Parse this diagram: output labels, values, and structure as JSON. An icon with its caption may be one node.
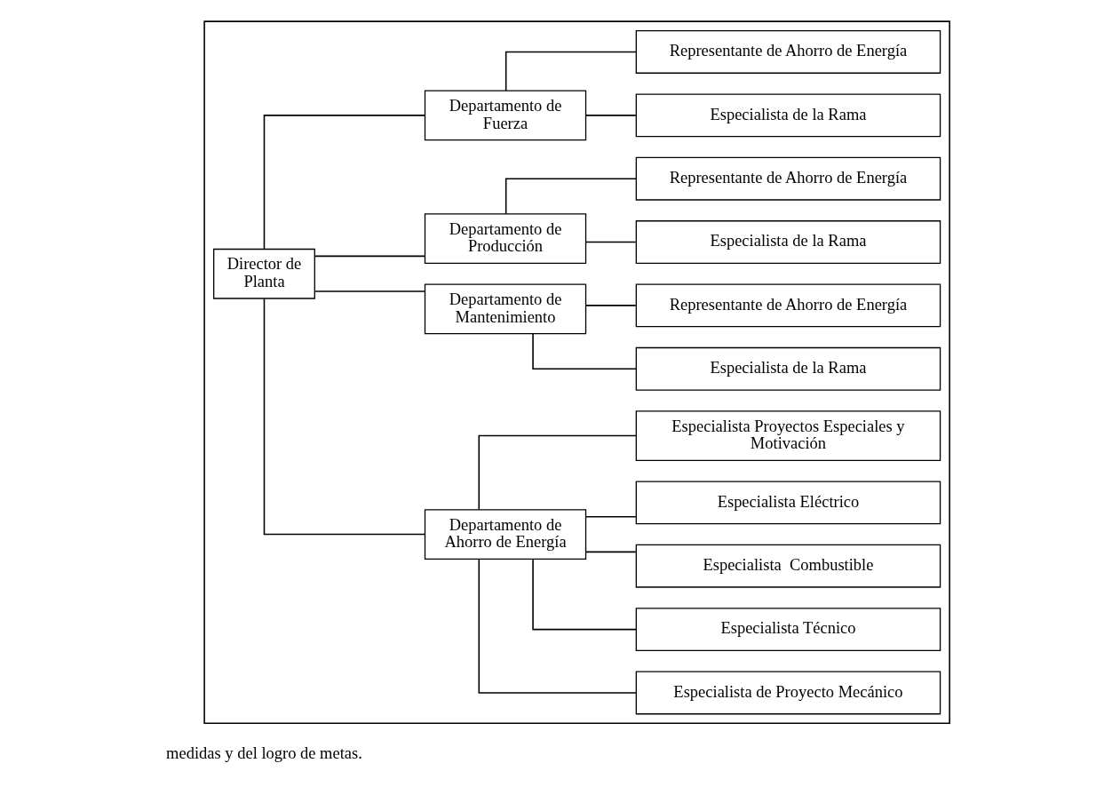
{
  "diagram": {
    "nodes": [
      {
        "text": [],
        "shape": "box"
      },
      {
        "text": [
          "Director de Planta"
        ],
        "in": 0
      },
      {
        "text": [
          "Departamento de Ahorro de Energía"
        ],
        "in": 0
      },
      {
        "text": [
          "Especialista de Proyecto Mecánico"
        ],
        "in": 0
      },
      {
        "text": [
          "Especialista Técnico"
        ],
        "in": 0
      },
      {
        "text": [
          "Especialista  Combustible"
        ],
        "in": 0
      },
      {
        "text": [
          "Especialista Eléctrico"
        ],
        "in": 0
      },
      {
        "text": [
          "Especialista Proyectos Especiales y Motivación"
        ],
        "in": 0
      },
      {
        "text": [
          "Departamento de Mantenimiento"
        ],
        "in": 0
      },
      {
        "text": [
          "Especialista de la Rama"
        ],
        "in": 0
      },
      {
        "text": [
          "Representante de Ahorro de Energía"
        ],
        "in": 0
      },
      {
        "text": [
          "Departamento de Producción"
        ],
        "in": 0
      },
      {
        "text": [
          "Especialista de la Rama"
        ],
        "in": 0
      },
      {
        "text": [
          "Representante de Ahorro de Energía"
        ],
        "in": 0
      },
      {
        "text": [
          "Departamento de Fuerza"
        ],
        "in": 0
      },
      {
        "text": [
          "Especialista de la Rama"
        ],
        "in": 0
      },
      {
        "text": [
          "Representante de Ahorro de Energía"
        ],
        "in": 0
      }
    ],
    "edges": [
      {
        "from": 1,
        "to": 2,
        "arrow": "none"
      },
      {
        "from": 1,
        "to": 8,
        "arrow": "none"
      },
      {
        "from": 1,
        "to": 11,
        "arrow": "none"
      },
      {
        "from": 1,
        "to": 14,
        "arrow": "none"
      },
      {
        "from": 2,
        "to": 3,
        "arrow": "none"
      },
      {
        "from": 2,
        "to": 4,
        "arrow": "none"
      },
      {
        "from": 2,
        "to": 5,
        "arrow": "none"
      },
      {
        "from": 2,
        "to": 6,
        "arrow": "none"
      },
      {
        "from": 2,
        "to": 7,
        "arrow": "none"
      },
      {
        "from": 8,
        "to": 9,
        "arrow": "none"
      },
      {
        "from": 8,
        "to": 10,
        "arrow": "none"
      },
      {
        "from": 11,
        "to": 12,
        "arrow": "none"
      },
      {
        "from": 11,
        "to": 13,
        "arrow": "none"
      },
      {
        "from": 14,
        "to": 15,
        "arrow": "none"
      },
      {
        "from": 14,
        "to": 16,
        "arrow": "none"
      }
    ],
    "labels": [
      "medidas y del logro de metas."
    ]
  }
}
